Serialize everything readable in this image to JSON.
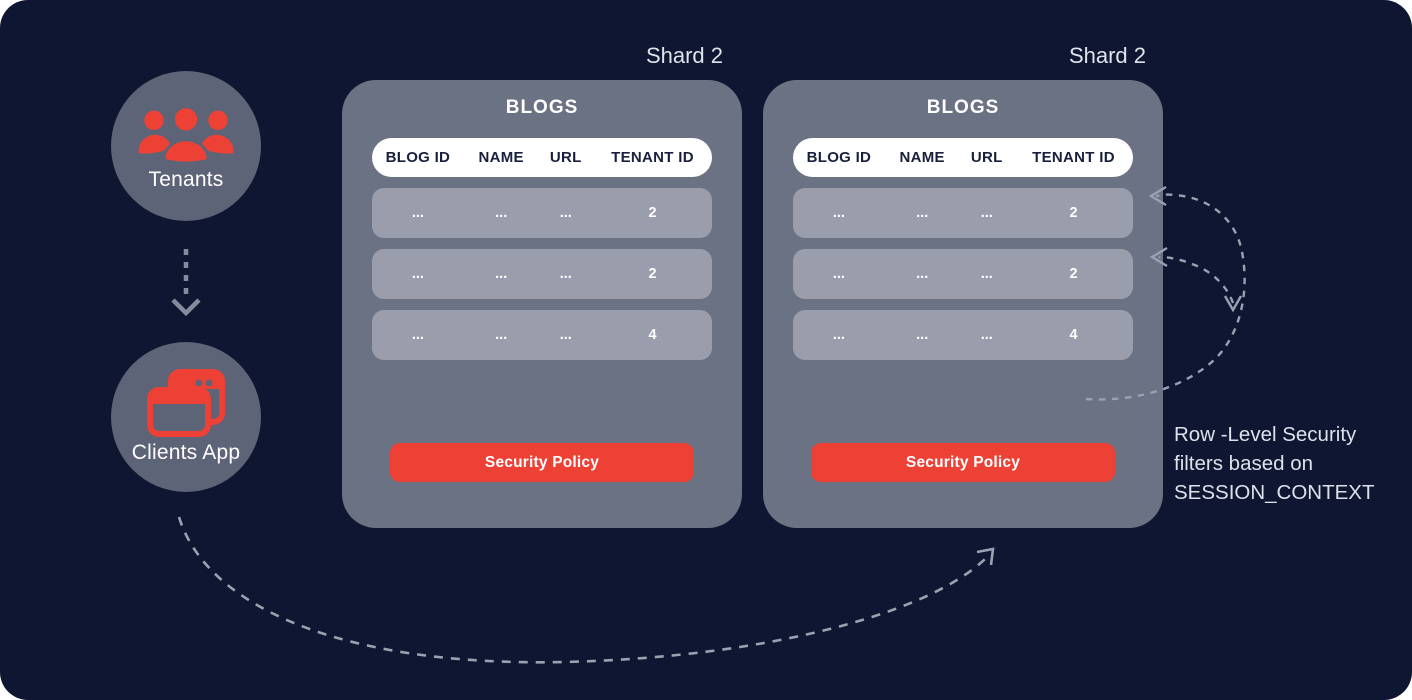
{
  "colors": {
    "background": "#0e1631",
    "card": "#6b7284",
    "row": "#9a9eac",
    "circle": "#5d6477",
    "accent_red": "#ee4136",
    "header_text": "#18203d",
    "light_text": "#dfe3ec",
    "dash": "#9aa1b1"
  },
  "tenants": {
    "label": "Tenants",
    "icon": "users-group-icon"
  },
  "clients": {
    "label": "Clients App",
    "icon": "app-windows-icon"
  },
  "shards": [
    {
      "shard_label": "Shard 2",
      "table_title": "BLOGS",
      "columns": [
        "BLOG ID",
        "NAME",
        "URL",
        "TENANT ID"
      ],
      "rows": [
        [
          "...",
          "...",
          "...",
          "2"
        ],
        [
          "...",
          "...",
          "...",
          "2"
        ],
        [
          "...",
          "...",
          "...",
          "4"
        ]
      ],
      "policy_label": "Security Policy"
    },
    {
      "shard_label": "Shard 2",
      "table_title": "BLOGS",
      "columns": [
        "BLOG ID",
        "NAME",
        "URL",
        "TENANT ID"
      ],
      "rows": [
        [
          "...",
          "...",
          "...",
          "2"
        ],
        [
          "...",
          "...",
          "...",
          "2"
        ],
        [
          "...",
          "...",
          "...",
          "4"
        ]
      ],
      "policy_label": "Security Policy"
    }
  ],
  "annotation": {
    "lines": [
      "Row -Level Security",
      "filters based on",
      "SESSION_CONTEXT"
    ]
  }
}
